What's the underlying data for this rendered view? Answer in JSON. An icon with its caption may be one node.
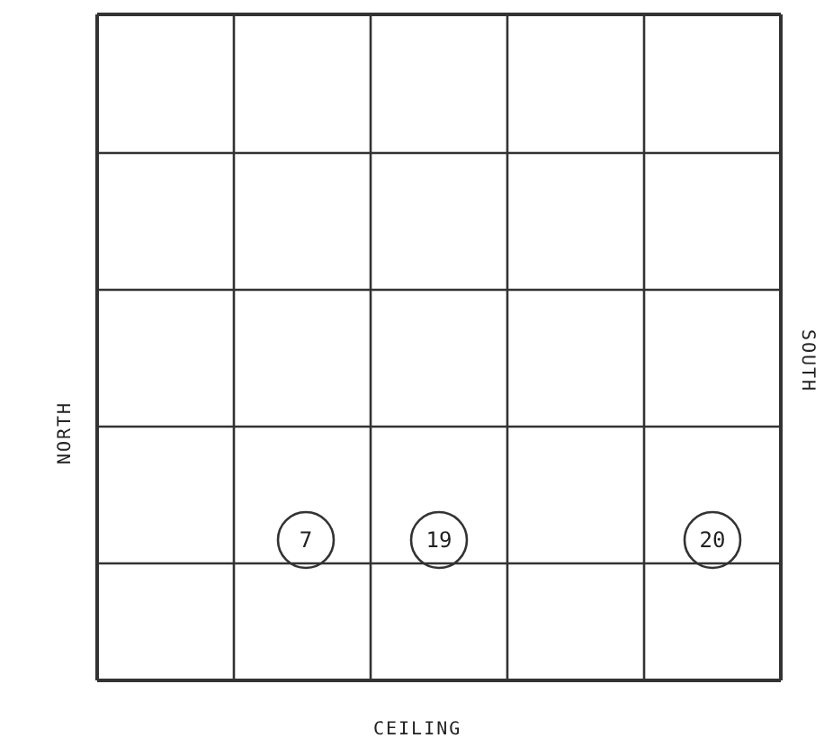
{
  "diagram": {
    "nodes": [
      {
        "text": [
          "7"
        ]
      },
      {
        "text": [
          "19"
        ]
      },
      {
        "text": [
          "20"
        ]
      }
    ],
    "labels": [
      "NORTH",
      "SOUTH",
      "CEILING"
    ]
  }
}
